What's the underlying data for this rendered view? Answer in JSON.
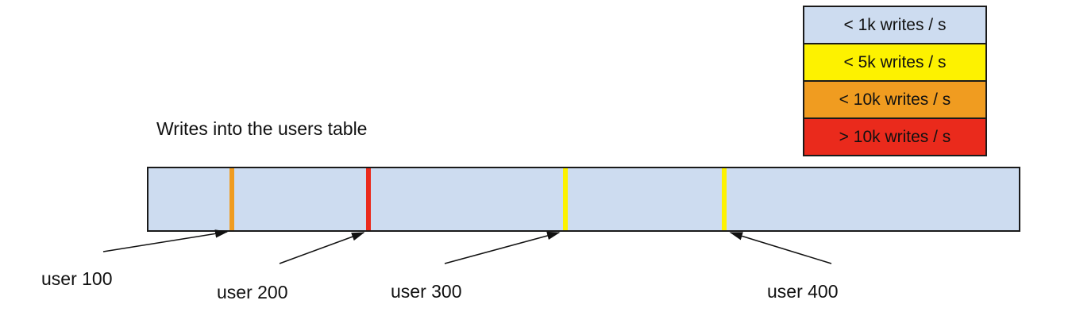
{
  "title": "Writes into the users table",
  "legend": {
    "items": [
      {
        "label": "< 1k writes / s",
        "color": "#cddcf0"
      },
      {
        "label": "< 5k writes / s",
        "color": "#fdf200"
      },
      {
        "label": "< 10k writes / s",
        "color": "#f09c20"
      },
      {
        "label": "> 10k writes / s",
        "color": "#ea2a1c"
      }
    ]
  },
  "table_bar": {
    "fill": "#cddcf0",
    "markers": [
      {
        "user": "user 100",
        "rate": "< 10k writes / s",
        "color": "#f09c20",
        "left": "9.3%"
      },
      {
        "user": "user 200",
        "rate": "> 10k writes / s",
        "color": "#ea2a1c",
        "left": "25.0%"
      },
      {
        "user": "user 300",
        "rate": "< 5k writes / s",
        "color": "#fdf200",
        "left": "47.6%"
      },
      {
        "user": "user 400",
        "rate": "< 5k writes / s",
        "color": "#fdf200",
        "left": "65.9%"
      }
    ]
  },
  "user_labels": [
    {
      "text": "user 100"
    },
    {
      "text": "user 200"
    },
    {
      "text": "user 300"
    },
    {
      "text": "user 400"
    }
  ]
}
